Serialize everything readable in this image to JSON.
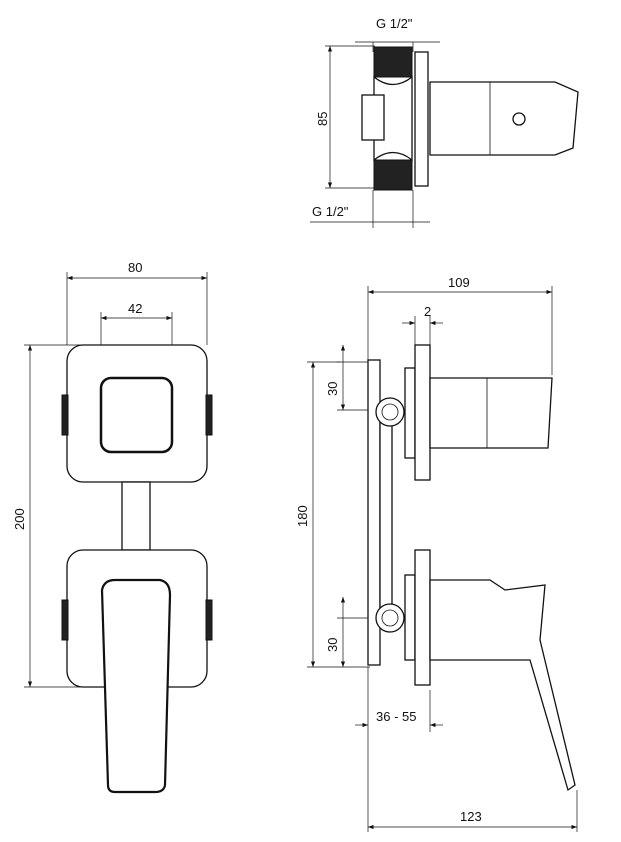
{
  "dimensions": {
    "top_view": {
      "thread_top": "G 1/2\"",
      "height": "85",
      "thread_bottom": "G 1/2\""
    },
    "front_view": {
      "width": "80",
      "knob_width": "42",
      "height": "200"
    },
    "side_view": {
      "depth": "109",
      "plate_thickness": "2",
      "upper_offset": "30",
      "inlet_spacing": "180",
      "lower_offset": "30",
      "wall_depth_range": "36 - 55",
      "total_depth": "123"
    }
  }
}
